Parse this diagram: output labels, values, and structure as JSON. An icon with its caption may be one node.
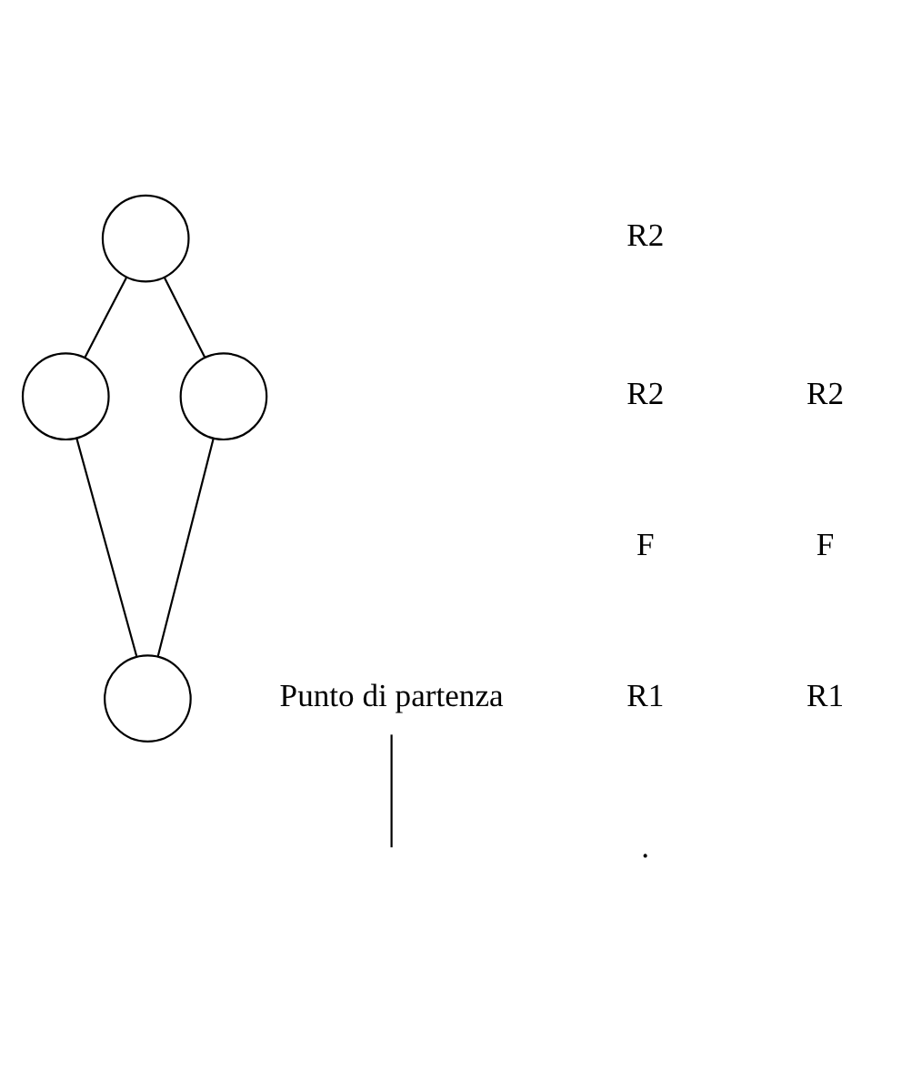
{
  "diagram": {
    "nodes": [
      {
        "text": [],
        "shape": "circle"
      },
      {
        "text": [],
        "shape": "circle"
      },
      {
        "text": [],
        "shape": "circle"
      },
      {
        "text": [],
        "shape": "circle"
      },
      {
        "text": [
          "Punto di partenza"
        ]
      }
    ],
    "edges": [
      {
        "from": 0,
        "to": 1,
        "arrow": "none"
      },
      {
        "from": 0,
        "to": 2,
        "arrow": "none"
      },
      {
        "from": 1,
        "to": 3,
        "arrow": "none"
      },
      {
        "from": 2,
        "to": 3,
        "arrow": "none"
      },
      {
        "from": 4,
        "to": null,
        "arrow": "none"
      }
    ],
    "labels": [
      "R2",
      "R2",
      "R2",
      "F",
      "F",
      "R1",
      "R1",
      "."
    ]
  }
}
